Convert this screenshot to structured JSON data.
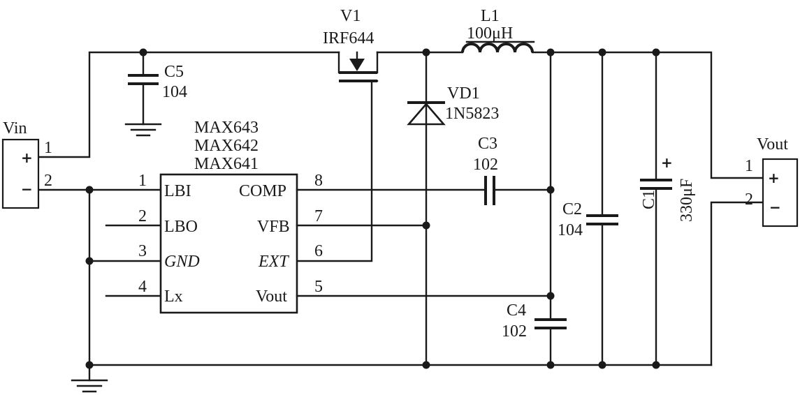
{
  "colors": {
    "ink": "#1a1a1a",
    "paper": "#ffffff"
  },
  "vin": {
    "label": "Vin",
    "pin1": "1",
    "pin2": "2",
    "plus": "+",
    "minus": "−"
  },
  "vout": {
    "label": "Vout",
    "pin1": "1",
    "pin2": "2",
    "plus": "+",
    "minus": "−"
  },
  "ic": {
    "names": [
      "MAX643",
      "MAX642",
      "MAX641"
    ],
    "pins_left": [
      {
        "num": "1",
        "name": "LBI"
      },
      {
        "num": "2",
        "name": "LBO"
      },
      {
        "num": "3",
        "name": "GND"
      },
      {
        "num": "4",
        "name": "Lx"
      }
    ],
    "pins_right": [
      {
        "num": "8",
        "name": "COMP"
      },
      {
        "num": "7",
        "name": "VFB"
      },
      {
        "num": "6",
        "name": "EXT"
      },
      {
        "num": "5",
        "name": "Vout"
      }
    ]
  },
  "v1": {
    "ref": "V1",
    "value": "IRF644"
  },
  "l1": {
    "ref": "L1",
    "value": "100μH"
  },
  "vd1": {
    "ref": "VD1",
    "value": "1N5823"
  },
  "c1": {
    "ref": "C1",
    "value": "330μF",
    "polarity": "+"
  },
  "c2": {
    "ref": "C2",
    "value": "104"
  },
  "c3": {
    "ref": "C3",
    "value": "102"
  },
  "c4": {
    "ref": "C4",
    "value": "102"
  },
  "c5": {
    "ref": "C5",
    "value": "104"
  }
}
